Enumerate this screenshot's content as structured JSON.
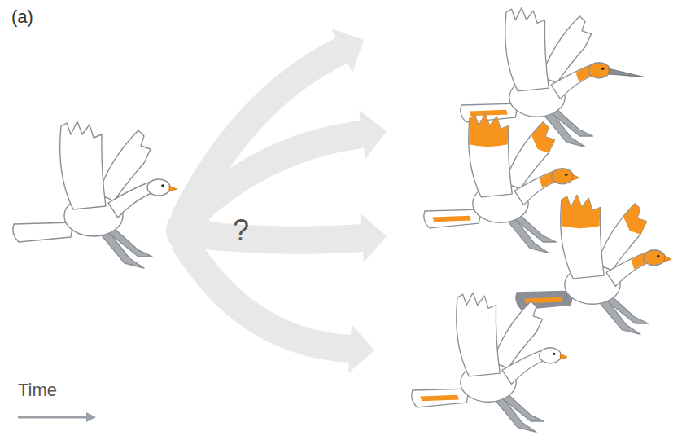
{
  "diagram": {
    "labels": [
      "(a)",
      "?",
      "Time"
    ]
  }
}
